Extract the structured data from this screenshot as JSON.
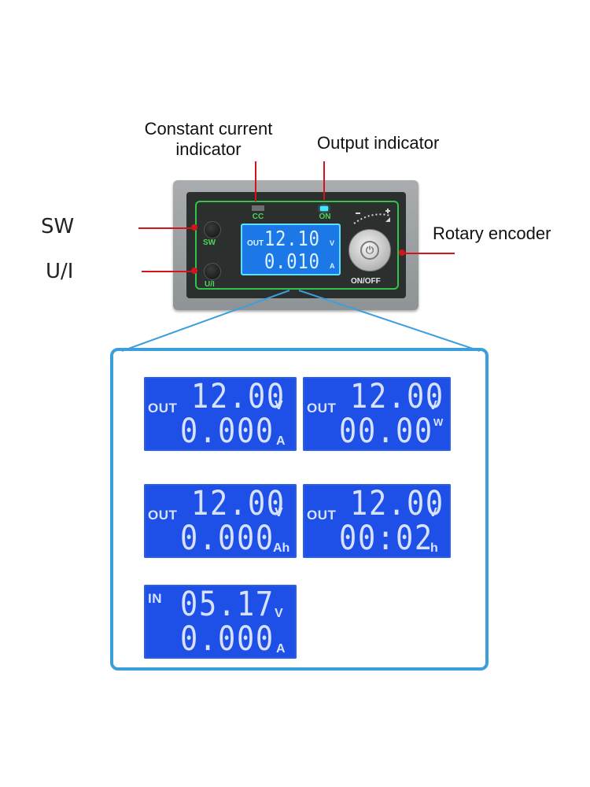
{
  "callouts": {
    "constant_current": "Constant current\nindicator",
    "output_indicator": "Output indicator",
    "rotary_encoder": "Rotary encoder",
    "sw": "SW",
    "ui": "U/I"
  },
  "device": {
    "sw_button_label": "SW",
    "ui_button_label": "U/I",
    "cc_label": "CC",
    "on_label": "ON",
    "knob_label": "ON/OFF",
    "knob_glyph": "⏻",
    "lcd": {
      "prefix": "OUT",
      "line1_value": "12.10",
      "line1_unit": "V",
      "line2_value": "0.010",
      "line2_unit": "A"
    }
  },
  "screens": [
    {
      "prefix": "OUT",
      "line1_value": "12.00",
      "line1_unit": "V",
      "line2_value": "0.000",
      "line2_unit": "A"
    },
    {
      "prefix": "OUT",
      "line1_value": "12.00",
      "line1_unit": "V",
      "line2_value": "00.00",
      "line2_unit": "W"
    },
    {
      "prefix": "OUT",
      "line1_value": "12.00",
      "line1_unit": "V",
      "line2_value": "0.000",
      "line2_unit": "Ah"
    },
    {
      "prefix": "OUT",
      "line1_value": "12.00",
      "line1_unit": "V",
      "line2_value": "00:02",
      "line2_unit": "h"
    },
    {
      "prefix": "IN",
      "line1_value": "05.17",
      "line1_unit": "V",
      "line2_value": "0.000",
      "line2_unit": "A"
    }
  ],
  "colors": {
    "annotation_red": "#d4141d",
    "lcd_blue": "#1e50e8",
    "frame_blue": "#3b9fdc",
    "panel_green": "#33c24a"
  }
}
